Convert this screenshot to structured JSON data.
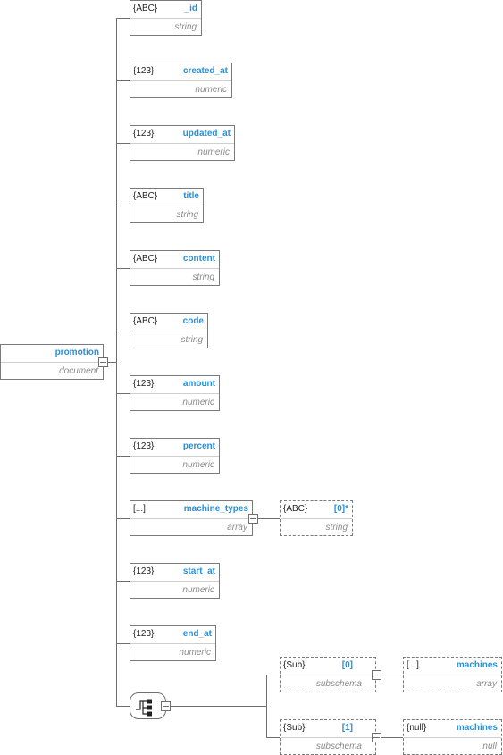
{
  "root": {
    "name": "promotion",
    "type": "document"
  },
  "fields": [
    {
      "badge": "{ABC}",
      "name": "_id",
      "type": "string"
    },
    {
      "badge": "{123}",
      "name": "created_at",
      "type": "numeric"
    },
    {
      "badge": "{123}",
      "name": "updated_at",
      "type": "numeric"
    },
    {
      "badge": "{ABC}",
      "name": "title",
      "type": "string"
    },
    {
      "badge": "{ABC}",
      "name": "content",
      "type": "string"
    },
    {
      "badge": "{ABC}",
      "name": "code",
      "type": "string"
    },
    {
      "badge": "{123}",
      "name": "amount",
      "type": "numeric"
    },
    {
      "badge": "{123}",
      "name": "percent",
      "type": "numeric"
    },
    {
      "badge": "[...]",
      "name": "machine_types",
      "type": "array"
    },
    {
      "badge": "{123}",
      "name": "start_at",
      "type": "numeric"
    },
    {
      "badge": "{123}",
      "name": "end_at",
      "type": "numeric"
    }
  ],
  "array_item": {
    "badge": "{ABC}",
    "name": "[0]*",
    "type": "string"
  },
  "subschemas": [
    {
      "badge": "{Sub}",
      "name": "[0]",
      "type": "subschema",
      "child": {
        "badge": "[...]",
        "name": "machines",
        "type": "array"
      }
    },
    {
      "badge": "{Sub}",
      "name": "[1]",
      "type": "subschema",
      "child": {
        "badge": "{null}",
        "name": "machines",
        "type": "null"
      }
    }
  ]
}
